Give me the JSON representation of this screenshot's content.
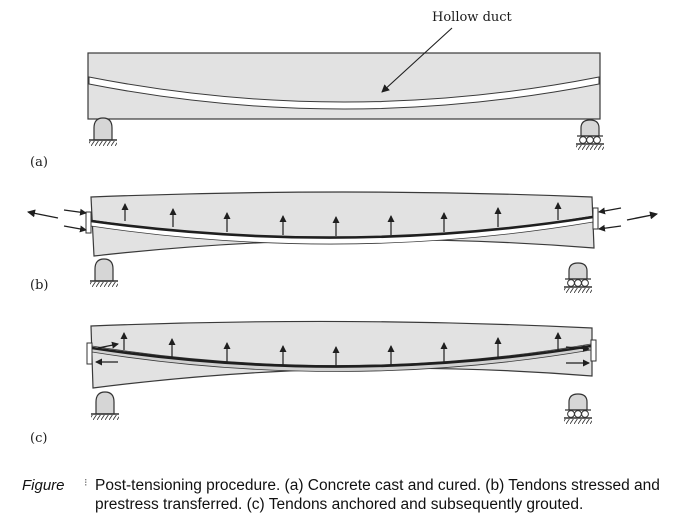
{
  "figure": {
    "annotation": "Hollow duct",
    "panels": [
      {
        "label": "(a)"
      },
      {
        "label": "(b)"
      },
      {
        "label": "(c)"
      }
    ],
    "caption": {
      "word": "Figure",
      "separator": "⁝",
      "text": "Post-tensioning procedure. (a) Concrete cast and cured. (b) Tendons stressed and prestress transferred. (c) Tendons anchored and subsequently grouted."
    },
    "colors": {
      "concrete": "#e2e2e2",
      "outline": "#3a3a3a",
      "tendon": "#1f1f1f",
      "duct": "#ffffff"
    }
  }
}
